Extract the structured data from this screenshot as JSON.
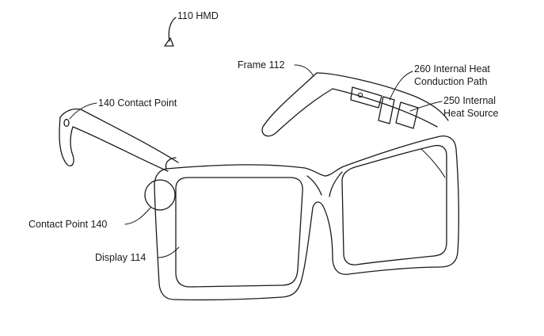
{
  "figure": {
    "labels": {
      "hmd": "110 HMD",
      "frame": "Frame 112",
      "internal_path_line1": "260 Internal Heat",
      "internal_path_line2": "Conduction Path",
      "heat_source_line1": "250 Internal",
      "heat_source_line2": "Heat Source",
      "contact_point_top": "140 Contact Point",
      "contact_point_side": "Contact Point 140",
      "display": "Display 114"
    },
    "colors": {
      "stroke": "#1a1a1a",
      "background": "#ffffff",
      "hatch": "#4d4d4d"
    }
  }
}
